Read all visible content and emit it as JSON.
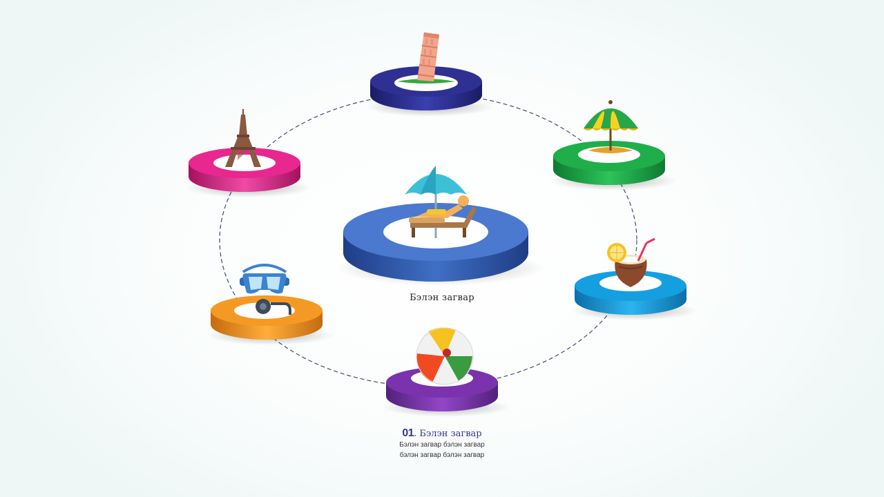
{
  "center": {
    "label": "Бэлэн загвар",
    "icon": "sunbed-umbrella-icon",
    "color": "#3f6fc4"
  },
  "nodes": [
    {
      "id": "pisa",
      "icon": "leaning-tower-icon",
      "color": "#2e3192"
    },
    {
      "id": "eiffel",
      "icon": "eiffel-tower-icon",
      "color": "#e8278f"
    },
    {
      "id": "umbrella",
      "icon": "beach-umbrella-icon",
      "color": "#1fae49"
    },
    {
      "id": "coconut",
      "icon": "coconut-drink-icon",
      "color": "#169fe0"
    },
    {
      "id": "diving",
      "icon": "diving-mask-icon",
      "color": "#f49a24"
    },
    {
      "id": "ball",
      "icon": "beach-ball-icon",
      "color": "#7a32ad"
    }
  ],
  "caption": {
    "number": "01",
    "title": ". Бэлэн загвар",
    "lines": [
      "Бэлэн загвар  бэлэн загвар",
      "бэлэн загвар  бэлэн загвар"
    ]
  }
}
